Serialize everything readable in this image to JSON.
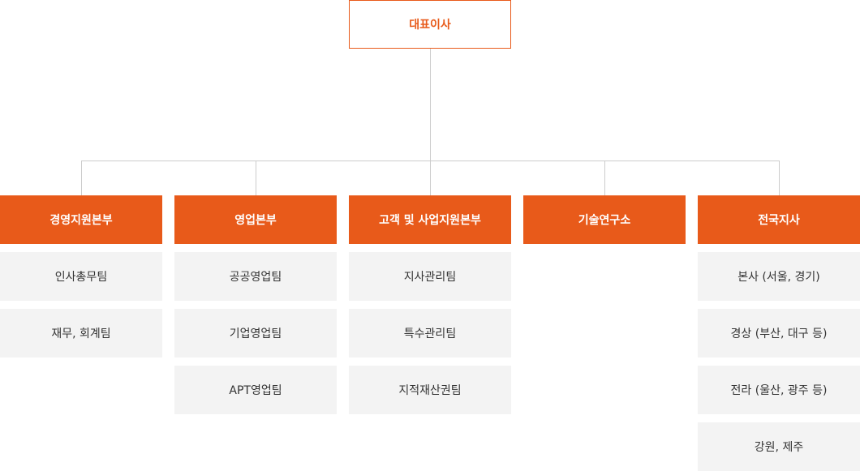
{
  "ceo": {
    "label": "대표이사"
  },
  "colors": {
    "accent": "#e85a1a",
    "team_bg": "#f3f3f3",
    "connector": "#cccccc"
  },
  "divisions": [
    {
      "label": "경영지원본부",
      "teams": [
        "인사총무팀",
        "재무, 회계팀"
      ]
    },
    {
      "label": "영업본부",
      "teams": [
        "공공영업팀",
        "기업영업팀",
        "APT영업팀"
      ]
    },
    {
      "label": "고객 및 사업지원본부",
      "teams": [
        "지사관리팀",
        "특수관리팀",
        "지적재산권팀"
      ]
    },
    {
      "label": "기술연구소",
      "teams": []
    },
    {
      "label": "전국지사",
      "teams": [
        "본사 (서울, 경기)",
        "경상 (부산, 대구 등)",
        "전라 (울산, 광주 등)",
        "강원, 제주"
      ]
    }
  ]
}
